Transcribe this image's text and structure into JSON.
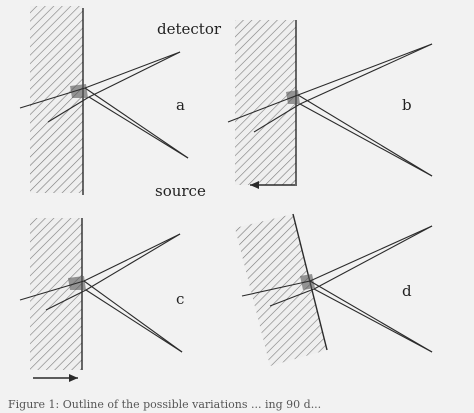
{
  "figure": {
    "labels": {
      "detector": "detector",
      "source": "source",
      "panel_a": "a",
      "panel_b": "b",
      "panel_c": "c",
      "panel_d": "d"
    },
    "caption": "Figure 1: Outline of the possible variations ... ing 90 d...",
    "colors": {
      "background": "#f2f2f2",
      "hatch": "#7a7a7a",
      "line": "#2b2b2b"
    }
  }
}
